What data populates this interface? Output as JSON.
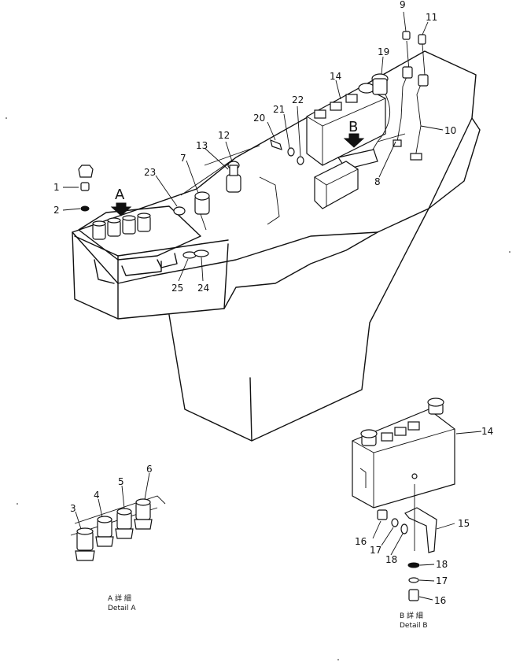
{
  "callouts": {
    "c1": "1",
    "c2": "2",
    "c3": "3",
    "c4": "4",
    "c5": "5",
    "c6": "6",
    "c7": "7",
    "c8": "8",
    "c9": "9",
    "c10": "10",
    "c11": "11",
    "c12": "12",
    "c13": "13",
    "c14": "14",
    "c14b": "14",
    "c15": "15",
    "c16": "16",
    "c16b": "16",
    "c17": "17",
    "c17b": "17",
    "c18": "18",
    "c18b": "18",
    "c19": "19",
    "c20": "20",
    "c21": "21",
    "c22": "22",
    "c23": "23",
    "c24": "24",
    "c25": "25"
  },
  "view_markers": {
    "a": "A",
    "b": "B"
  },
  "captions": {
    "detail_a_jp": "A 詳 細",
    "detail_a_en": "Detail A",
    "detail_b_jp": "B 詳 細",
    "detail_b_en": "Detail B"
  }
}
